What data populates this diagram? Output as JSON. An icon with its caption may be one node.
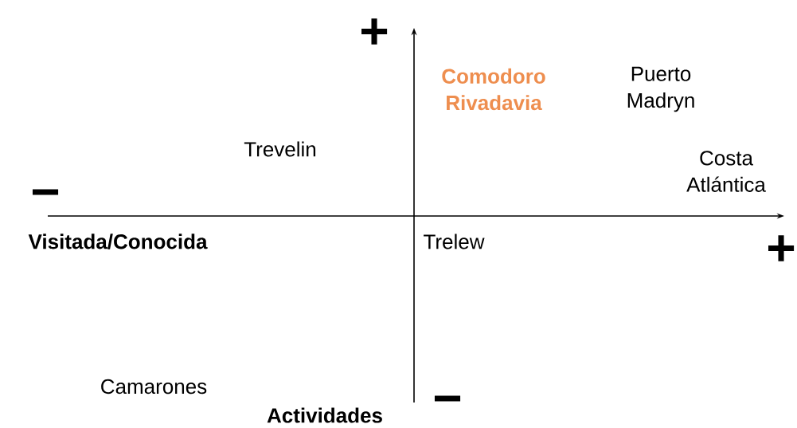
{
  "diagram": {
    "labels": [
      "+",
      "Comodoro Rivadavia",
      "Puerto Madryn",
      "Trevelin",
      "Costa Atlántica",
      "−",
      "Visitada/Conocida",
      "Trelew",
      "+",
      "Camarones",
      "Actividades",
      "−"
    ]
  }
}
